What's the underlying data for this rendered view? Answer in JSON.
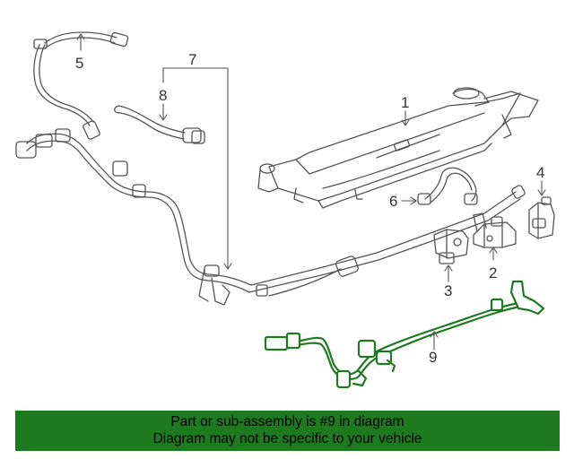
{
  "callouts": {
    "c1": "1",
    "c2": "2",
    "c3": "3",
    "c4": "4",
    "c5": "5",
    "c6": "6",
    "c7": "7",
    "c8": "8",
    "c9": "9"
  },
  "highlight_part": "9",
  "colors": {
    "highlight": "#1e7a1e",
    "line": "#555555",
    "banner_text": "#000000"
  },
  "banner": {
    "line1": "Part or sub-assembly is #9 in diagram",
    "line2": "Diagram may not be specific to your vehicle"
  }
}
